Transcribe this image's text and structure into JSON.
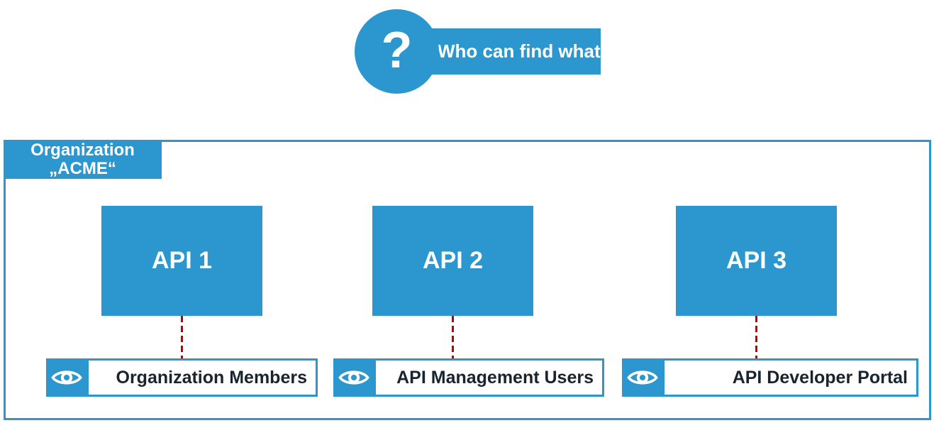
{
  "colors": {
    "accent_blue": "#2C97CE",
    "connector_red": "#C00000",
    "label_text_dark": "#182430",
    "text_on_blue": "#FFFFFF",
    "background": "#FFFFFF"
  },
  "header": {
    "question_icon": "?",
    "title": "Who can find what"
  },
  "organization": {
    "label_line1": "Organization",
    "label_line2": "„ACME“"
  },
  "apis": [
    {
      "label": "API 1"
    },
    {
      "label": "API 2"
    },
    {
      "label": "API 3"
    }
  ],
  "audiences": [
    {
      "label": "Organization Members"
    },
    {
      "label": "API Management Users"
    },
    {
      "label": "API Developer Portal"
    }
  ]
}
